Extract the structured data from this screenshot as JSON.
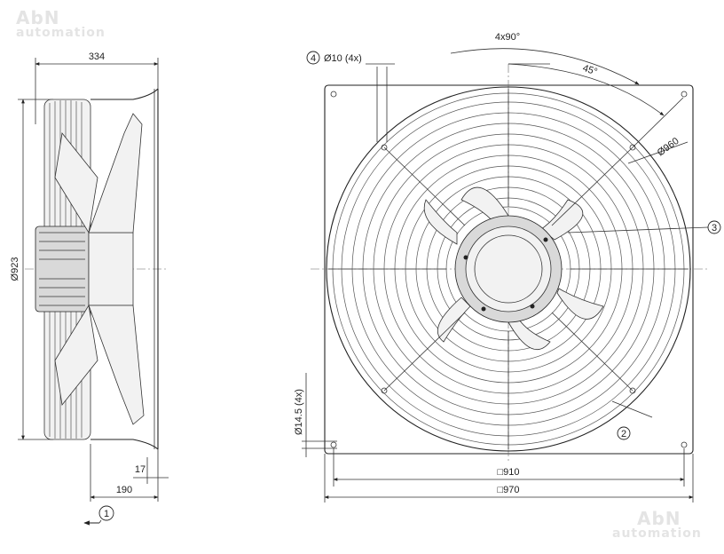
{
  "watermark": {
    "brand": "AbN",
    "subtitle": "automation"
  },
  "side_view": {
    "dim_depth": "334",
    "dim_diameter": "Ø923",
    "dim_flange": "17",
    "dim_mount_depth": "190",
    "marker_1": "1"
  },
  "front_view": {
    "dim_holes_top": "Ø10 (4x)",
    "marker_4": "4",
    "dim_angle_spacing": "4x90°",
    "dim_angle_offset": "45°",
    "dim_circle": "Ø960",
    "marker_3": "3",
    "marker_2": "2",
    "dim_holes_side": "Ø14.5 (4x)",
    "dim_inner_square": "□910",
    "dim_outer_square": "□970"
  }
}
